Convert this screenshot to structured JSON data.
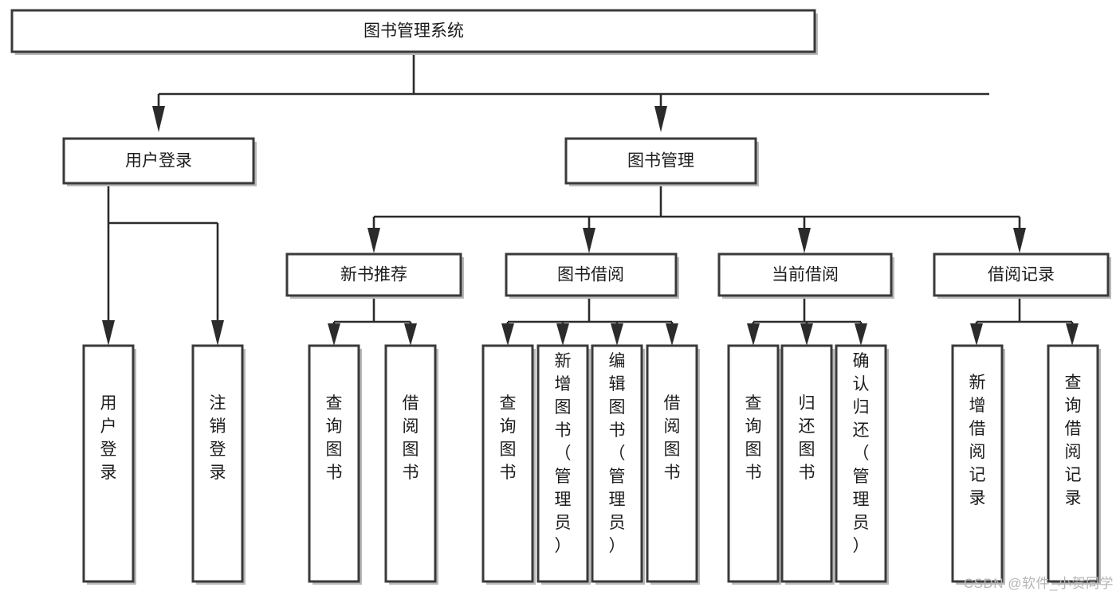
{
  "diagram": {
    "title_node": {
      "label": "图书管理系统"
    },
    "level2": [
      {
        "id": "user-login",
        "label": "用户登录"
      },
      {
        "id": "book-management",
        "label": "图书管理"
      }
    ],
    "level3": [
      {
        "id": "new-book-recommend",
        "label": "新书推荐"
      },
      {
        "id": "book-borrow",
        "label": "图书借阅"
      },
      {
        "id": "current-borrow",
        "label": "当前借阅"
      },
      {
        "id": "borrow-record",
        "label": "借阅记录"
      }
    ],
    "leaves": {
      "user-login": [
        {
          "id": "leaf-user-login",
          "label": "用户登录"
        },
        {
          "id": "leaf-logout-login",
          "label": "注销登录"
        }
      ],
      "new-book-recommend": [
        {
          "id": "leaf-query-book-1",
          "label": "查询图书"
        },
        {
          "id": "leaf-borrow-book-1",
          "label": "借阅图书"
        }
      ],
      "book-borrow": [
        {
          "id": "leaf-query-book-2",
          "label": "查询图书"
        },
        {
          "id": "leaf-add-book",
          "label": "新增图书（管理员）"
        },
        {
          "id": "leaf-edit-book",
          "label": "编辑图书（管理员）"
        },
        {
          "id": "leaf-borrow-book-2",
          "label": "借阅图书"
        }
      ],
      "current-borrow": [
        {
          "id": "leaf-query-book-3",
          "label": "查询图书"
        },
        {
          "id": "leaf-return-book",
          "label": "归还图书"
        },
        {
          "id": "leaf-confirm-return",
          "label": "确认归还（管理员）"
        }
      ],
      "borrow-record": [
        {
          "id": "leaf-add-record",
          "label": "新增借阅记录"
        },
        {
          "id": "leaf-query-record",
          "label": "查询借阅记录"
        }
      ]
    }
  },
  "watermark": {
    "text": "CSDN @软件_小贺同学"
  },
  "colors": {
    "box_stroke": "#3a3a3a",
    "connector": "#2b2b2b",
    "box_fill": "#ffffff",
    "text": "#1c1c1c",
    "watermark": "#b5b5b5",
    "shadow": "#b9b9b9"
  }
}
